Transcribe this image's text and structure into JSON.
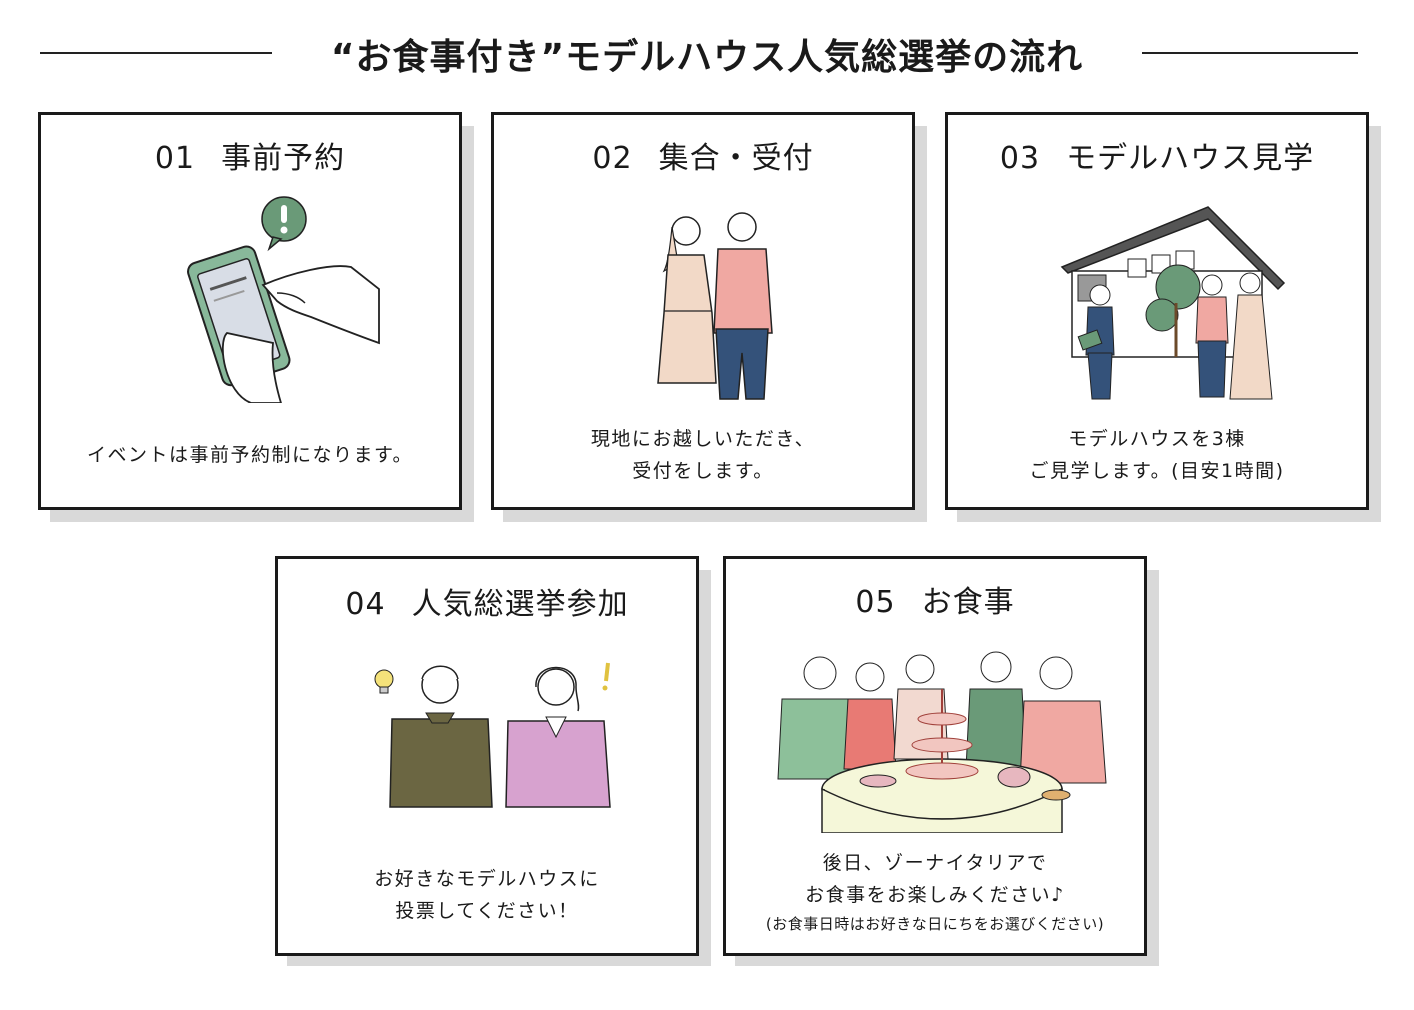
{
  "title": "“お食事付き”モデルハウス人気総選挙の流れ",
  "steps": [
    {
      "num": "01",
      "label": "事前予約",
      "desc": [
        "イベントは事前予約制になります。"
      ],
      "icon": "smartphone-reservation-icon"
    },
    {
      "num": "02",
      "label": "集合・受付",
      "desc": [
        "現地にお越しいただき、",
        "受付をします。"
      ],
      "icon": "couple-reception-icon"
    },
    {
      "num": "03",
      "label": "モデルハウス見学",
      "desc": [
        "モデルハウスを3棟",
        "ご見学します。(目安1時間)"
      ],
      "icon": "house-tour-icon"
    },
    {
      "num": "04",
      "label": "人気総選挙参加",
      "desc": [
        "お好きなモデルハウスに",
        "投票してください！"
      ],
      "icon": "voting-people-icon"
    },
    {
      "num": "05",
      "label": "お食事",
      "desc": [
        "後日、ゾーナイタリアで",
        "お食事をお楽しみください♪"
      ],
      "note": "(お食事日時はお好きな日にちをお選びください)",
      "icon": "dining-group-icon"
    }
  ],
  "colors": {
    "accent_green": "#6a9a78",
    "pink": "#e9a8a0",
    "navy": "#34527a",
    "olive": "#6b6642",
    "lavender": "#d7a2cf"
  }
}
